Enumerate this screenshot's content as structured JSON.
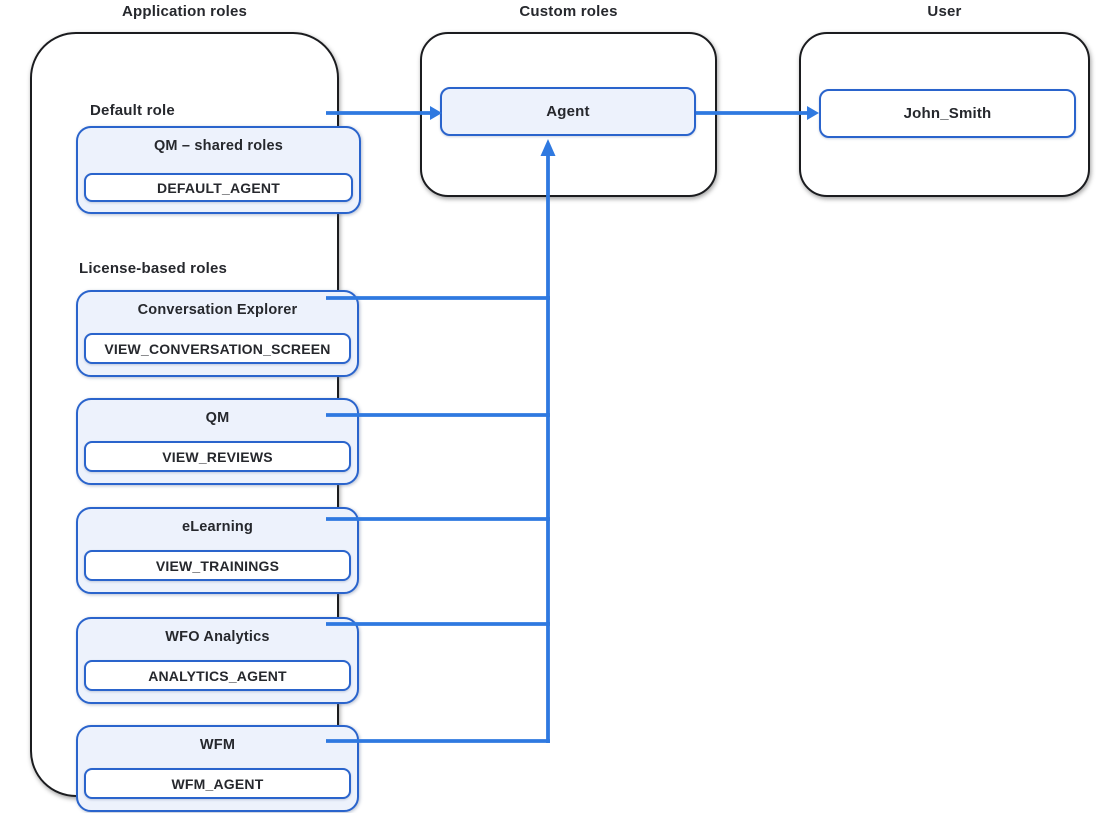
{
  "diagram": {
    "columns": {
      "application": {
        "title": "Application roles",
        "default_section_label": "Default role",
        "default_role": {
          "title": "QM – shared roles",
          "permission": "DEFAULT_AGENT"
        },
        "license_section_label": "License-based roles",
        "license_roles": [
          {
            "title": "Conversation Explorer",
            "permission": "VIEW_CONVERSATION_SCREEN"
          },
          {
            "title": "QM",
            "permission": "VIEW_REVIEWS"
          },
          {
            "title": "eLearning",
            "permission": "VIEW_TRAININGS"
          },
          {
            "title": "WFO Analytics",
            "permission": "ANALYTICS_AGENT"
          },
          {
            "title": "WFM",
            "permission": "WFM_AGENT"
          }
        ]
      },
      "custom": {
        "title": "Custom roles",
        "role": "Agent"
      },
      "user": {
        "title": "User",
        "name": "John_Smith"
      }
    },
    "edges": [
      {
        "from": "QM – shared roles / DEFAULT_AGENT",
        "to": "Agent",
        "arrow": true
      },
      {
        "from": "Agent",
        "to": "John_Smith",
        "arrow": true
      },
      {
        "from": "VIEW_CONVERSATION_SCREEN",
        "to": "Agent",
        "arrow": true
      },
      {
        "from": "VIEW_REVIEWS",
        "to": "Agent",
        "arrow": true
      },
      {
        "from": "VIEW_TRAININGS",
        "to": "Agent",
        "arrow": true
      },
      {
        "from": "ANALYTICS_AGENT",
        "to": "Agent",
        "arrow": true
      },
      {
        "from": "WFM_AGENT",
        "to": "Agent",
        "arrow": true
      }
    ],
    "colors": {
      "connector": "#2f79e0",
      "box_border": "#2a64cc",
      "box_fill": "#edf2fc",
      "container_border": "#1b1c1f",
      "text": "#26282d"
    }
  }
}
